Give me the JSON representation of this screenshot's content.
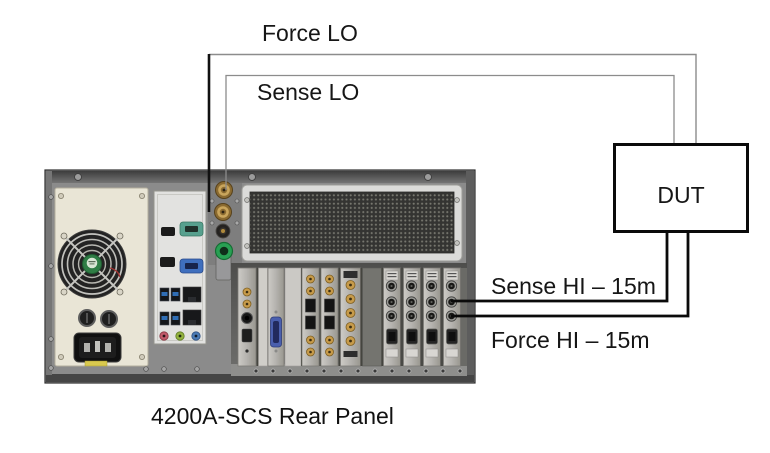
{
  "diagram": {
    "connections": {
      "force_lo_label": "Force LO",
      "sense_lo_label": "Sense LO",
      "sense_hi_label": "Sense HI – 15m",
      "force_hi_label": "Force HI – 15m"
    },
    "dut_box": {
      "label": "DUT"
    },
    "caption": "4200A-SCS Rear Panel",
    "rear_panel_parts": [
      "psu-fan",
      "power-buttons",
      "ac-power-inlet",
      "motherboard-io-ports",
      "triax-lo-jacks",
      "ground-connector",
      "vent-grille",
      "gpib-card",
      "smu-cards",
      "preamp-triax-cards"
    ],
    "colors": {
      "wire_thick": "#0a0a0a",
      "wire_thin": "#8c8c8c",
      "chassis_gray": "#8b8b8b",
      "psu_cream": "#e9e5d6",
      "triax_gold": "#c79b4a",
      "ground_green": "#28a053",
      "gpib_blue": "#4a5fae",
      "vga_blue": "#3f6fbe",
      "usb_blue": "#2f6db5",
      "serial_teal": "#57a08e",
      "fan_hub_green": "#2f7d45"
    }
  }
}
